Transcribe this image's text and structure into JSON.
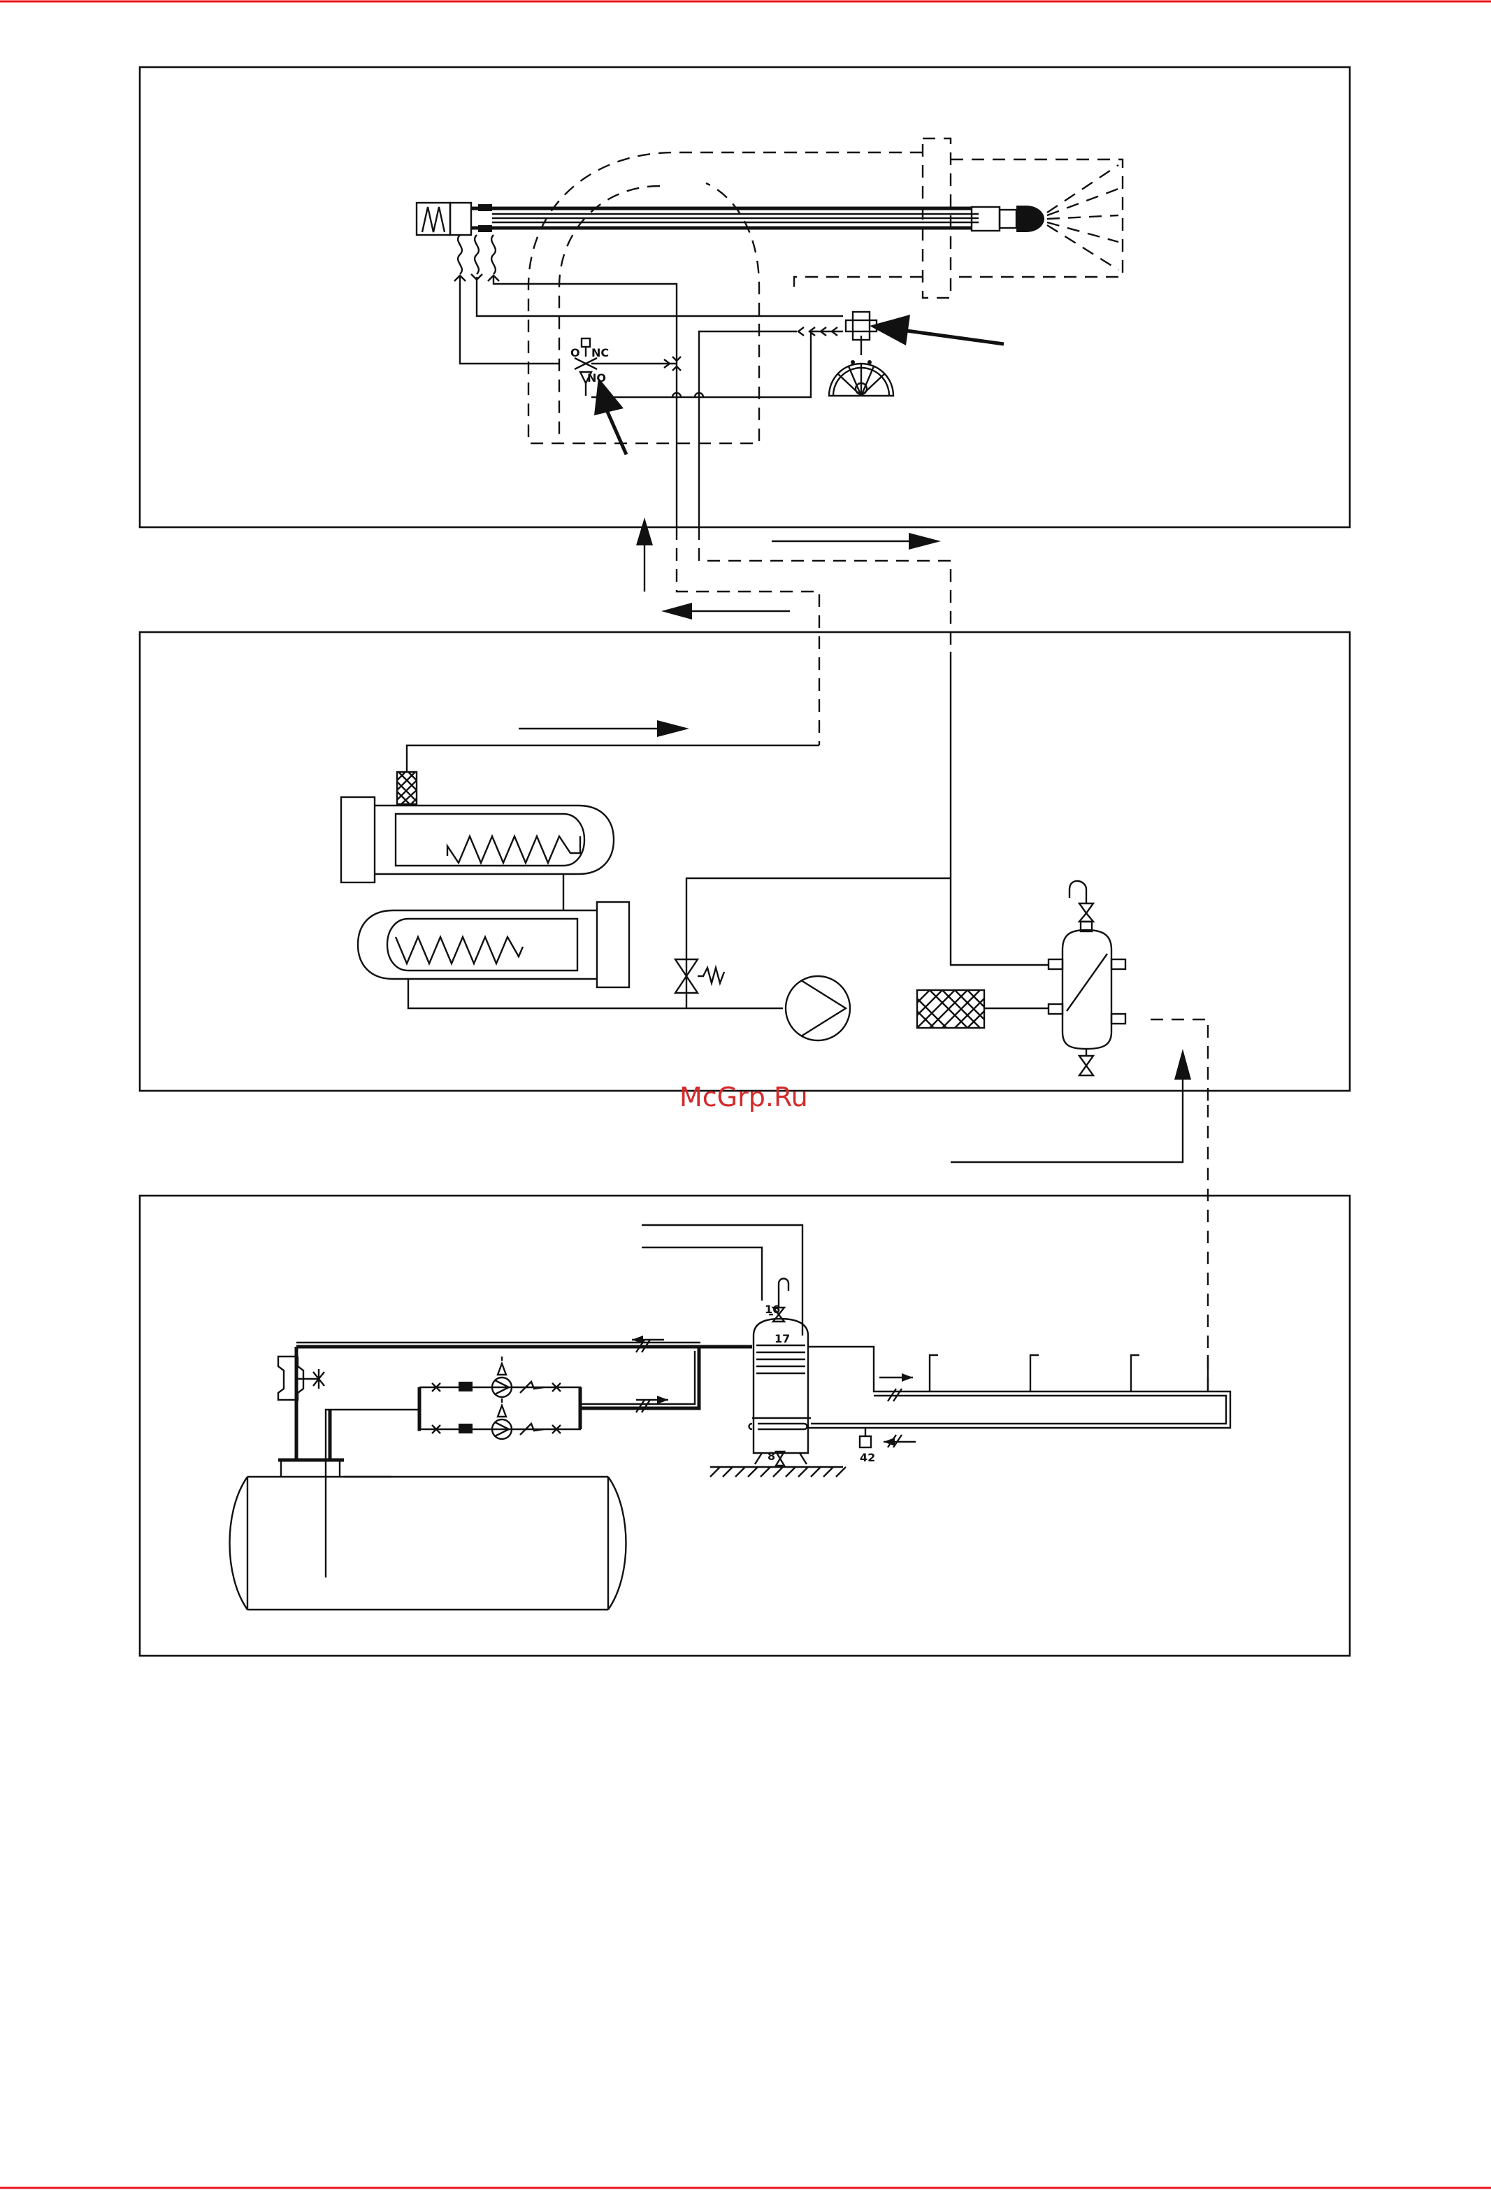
{
  "page": {
    "border_color": "#e8141b",
    "watermark_color": "#d42a2a"
  },
  "watermark": "McGrp.Ru",
  "labels": {
    "valve_o": "O",
    "valve_nc": "NC",
    "valve_no": "NO",
    "vessel_item_16": "16",
    "vessel_item_17": "17",
    "vessel_item_8": "8",
    "item_42": "42"
  }
}
